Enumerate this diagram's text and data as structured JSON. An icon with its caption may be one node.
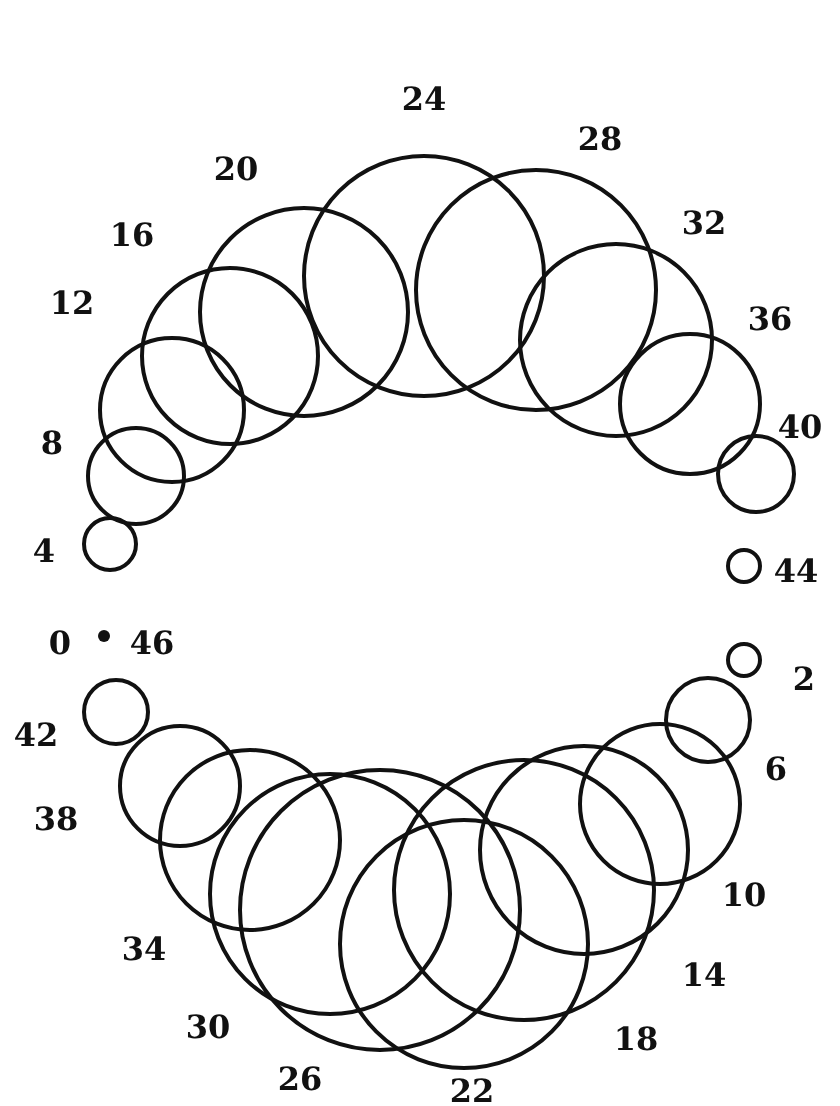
{
  "diagram": {
    "nodes": [
      {
        "text": [],
        "shape": "circle",
        "beside": [
          "4"
        ]
      },
      {
        "text": [],
        "shape": "circle",
        "beside": [
          "8"
        ]
      },
      {
        "text": [],
        "shape": "circle",
        "beside": [
          "12"
        ]
      },
      {
        "text": [],
        "shape": "circle",
        "beside": [
          "16"
        ]
      },
      {
        "text": [],
        "shape": "circle",
        "beside": [
          "20"
        ]
      },
      {
        "text": [],
        "shape": "circle",
        "beside": [
          "24"
        ]
      },
      {
        "text": [],
        "shape": "circle",
        "beside": [
          "28"
        ]
      },
      {
        "text": [],
        "shape": "circle",
        "beside": [
          "32"
        ]
      },
      {
        "text": [],
        "shape": "circle",
        "beside": [
          "36"
        ]
      },
      {
        "text": [],
        "shape": "circle",
        "beside": [
          "40"
        ]
      },
      {
        "text": [],
        "shape": "circle",
        "beside": [
          "44"
        ]
      },
      {
        "text": [],
        "shape": "dot",
        "beside": [
          "0",
          "46"
        ]
      },
      {
        "text": [],
        "shape": "circle",
        "beside": [
          "2"
        ]
      },
      {
        "text": [],
        "shape": "circle",
        "beside": [
          "42"
        ]
      },
      {
        "text": [],
        "shape": "circle",
        "beside": [
          "6"
        ]
      },
      {
        "text": [],
        "shape": "circle",
        "beside": [
          "38"
        ]
      },
      {
        "text": [],
        "shape": "circle",
        "beside": [
          "10"
        ]
      },
      {
        "text": [],
        "shape": "circle",
        "beside": [
          "34"
        ]
      },
      {
        "text": [],
        "shape": "circle",
        "beside": [
          "14"
        ]
      },
      {
        "text": [],
        "shape": "circle",
        "beside": [
          "30"
        ]
      },
      {
        "text": [],
        "shape": "circle",
        "beside": [
          "18"
        ]
      },
      {
        "text": [],
        "shape": "circle",
        "beside": [
          "26"
        ]
      },
      {
        "text": [],
        "shape": "circle",
        "beside": [
          "22"
        ]
      }
    ]
  }
}
